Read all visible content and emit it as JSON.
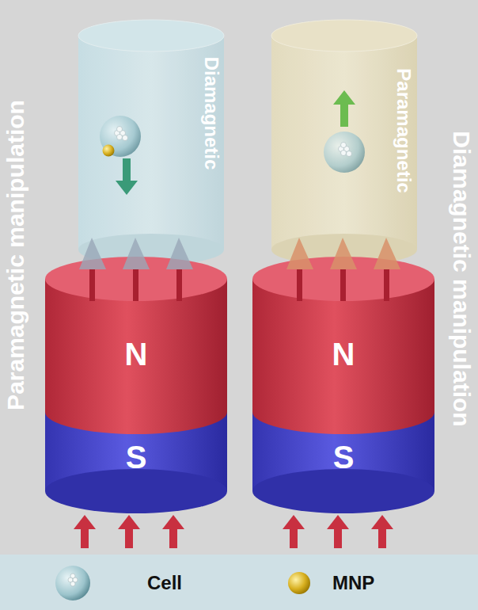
{
  "diagram": {
    "nodes": [
      {
        "text": [
          "Diamagnetic"
        ]
      },
      {
        "text": [
          "N"
        ]
      },
      {
        "text": [
          "S"
        ]
      },
      {
        "text": [
          "Paramagnetic"
        ]
      },
      {
        "text": [
          "N"
        ]
      },
      {
        "text": [
          "S"
        ]
      }
    ],
    "labels": [
      "Paramagnetic manipulation",
      "Diamagnetic manipulation"
    ],
    "legend": [
      {
        "text": "Cell"
      },
      {
        "text": "MNP"
      }
    ]
  }
}
